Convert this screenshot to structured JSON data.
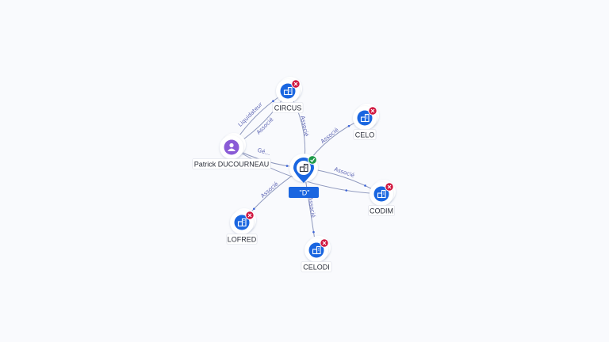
{
  "colors": {
    "company": "#1a66e0",
    "company_halo": "#ffffff",
    "person": "#8a5bd6",
    "status_closed": "#d0153e",
    "status_active": "#1e9a4a",
    "center_fill": "#1a66e0",
    "edge": "#8e98bd",
    "edge_text": "#5b63b3"
  },
  "center": {
    "label": "\"D\"",
    "icon": "building-icon",
    "status": "active"
  },
  "nodes": [
    {
      "id": "circus",
      "label": "CIRCUS",
      "type": "company",
      "icon": "building-icon",
      "status": "closed"
    },
    {
      "id": "celo",
      "label": "CELO",
      "type": "company",
      "icon": "building-icon",
      "status": "closed"
    },
    {
      "id": "codim",
      "label": "CODIM",
      "type": "company",
      "icon": "building-icon",
      "status": "closed"
    },
    {
      "id": "celodi",
      "label": "CELODI",
      "type": "company",
      "icon": "building-icon",
      "status": "closed"
    },
    {
      "id": "lofred",
      "label": "LOFRED",
      "type": "company",
      "icon": "building-icon",
      "status": "closed"
    },
    {
      "id": "patrick",
      "label": "Patrick DUCOURNEAU",
      "type": "person",
      "icon": "person-icon",
      "status": ""
    }
  ],
  "edges": [
    {
      "from": "center",
      "to": "circus",
      "label": "Associé"
    },
    {
      "from": "center",
      "to": "celo",
      "label": "Associé"
    },
    {
      "from": "center",
      "to": "codim",
      "label": "Associé"
    },
    {
      "from": "center",
      "to": "celodi",
      "label": "Associé"
    },
    {
      "from": "center",
      "to": "lofred",
      "label": "Associé"
    },
    {
      "from": "patrick",
      "to": "circus",
      "label": "Liquidateur"
    },
    {
      "from": "patrick",
      "to": "circus",
      "label": "Associé"
    },
    {
      "from": "patrick",
      "to": "center",
      "label": "Gé..."
    },
    {
      "from": "patrick",
      "to": "codim",
      "label": ""
    }
  ]
}
